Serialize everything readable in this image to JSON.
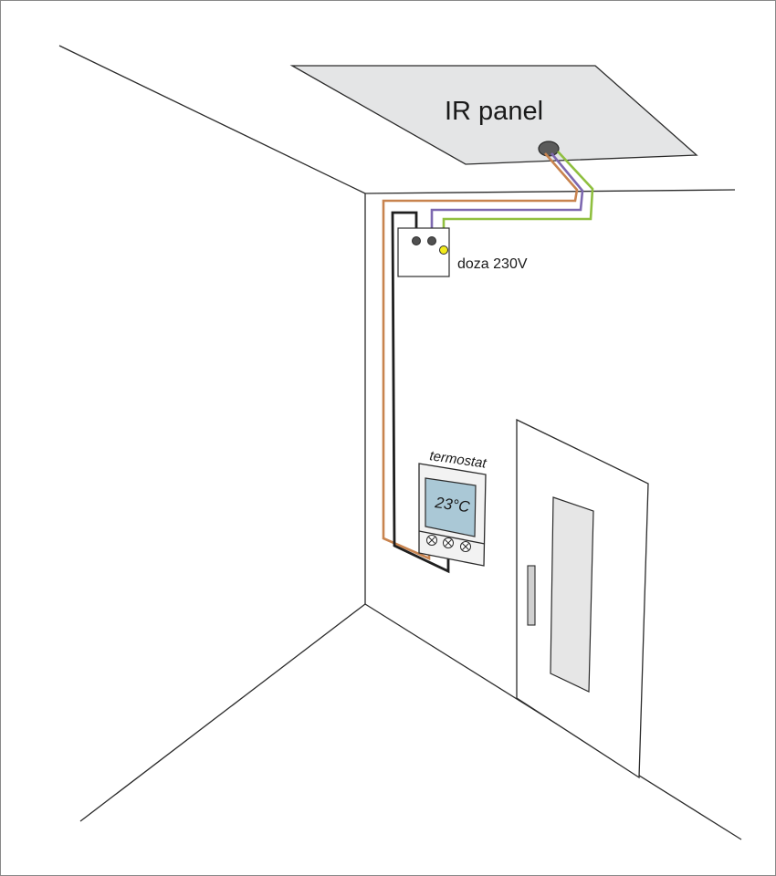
{
  "labels": {
    "panel": "IR panel",
    "box": "doza 230V",
    "thermostat": "termostat",
    "display": "23°C"
  },
  "colors": {
    "panel_fill": "#e4e5e6",
    "wire_brown": "#c8834e",
    "wire_purple": "#7d68b0",
    "wire_green": "#8fbf3f",
    "wire_black": "#1f1f1f",
    "connector_yellow": "#f2ea1b",
    "display_fill": "#aac8d6",
    "thermostat_fill": "#f2f2f2",
    "door_window_fill": "#e6e6e6"
  }
}
